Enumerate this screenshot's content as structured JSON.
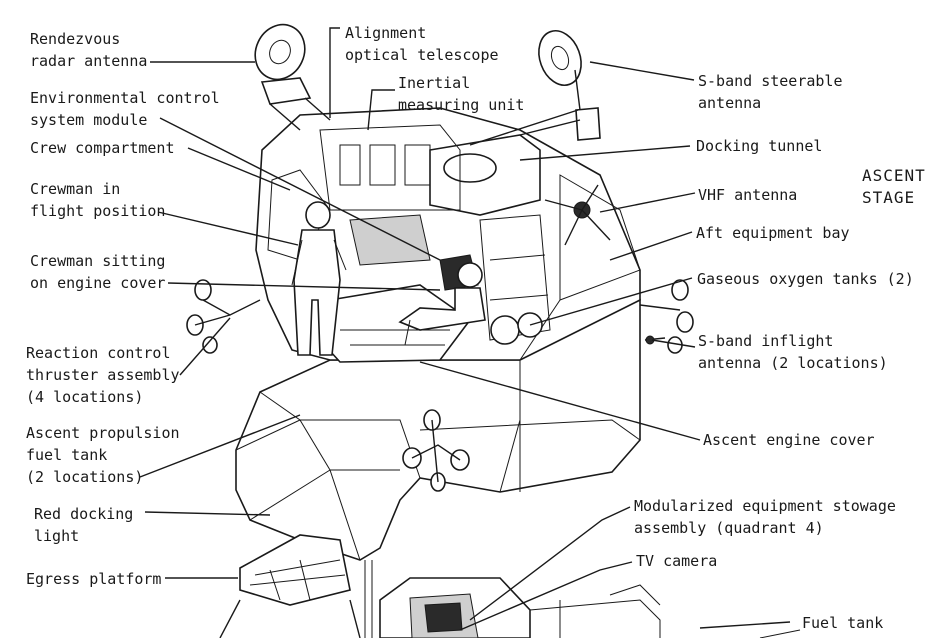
{
  "diagram": {
    "stage_title": [
      "ASCENT",
      "STAGE"
    ],
    "labels": {
      "rendezvous_radar": [
        "Rendezvous",
        "radar antenna"
      ],
      "alignment_telescope": [
        "Alignment",
        "optical telescope"
      ],
      "inertial_unit": [
        "Inertial",
        "measuring unit"
      ],
      "ecs_module": [
        "Environmental control",
        "system module"
      ],
      "crew_compartment": [
        "Crew compartment"
      ],
      "crewman_flight": [
        "Crewman in",
        "flight position"
      ],
      "crewman_sitting": [
        "Crewman sitting",
        "on engine cover"
      ],
      "rcs_thruster": [
        "Reaction control",
        "thruster assembly",
        "(4 locations)"
      ],
      "ascent_fuel_tank": [
        "Ascent propulsion",
        "fuel tank",
        "(2 locations)"
      ],
      "red_docking_light": [
        "Red docking",
        "light"
      ],
      "egress_platform": [
        "Egress platform"
      ],
      "sband_steerable": [
        "S-band steerable",
        "antenna"
      ],
      "docking_tunnel": [
        "Docking tunnel"
      ],
      "vhf_antenna": [
        "VHF antenna"
      ],
      "aft_bay": [
        "Aft equipment bay"
      ],
      "gox_tanks": [
        "Gaseous oxygen tanks (2)"
      ],
      "sband_inflight": [
        "S-band inflight",
        "antenna (2 locations)"
      ],
      "ascent_engine_cover": [
        "Ascent engine cover"
      ],
      "mesa": [
        "Modularized equipment stowage",
        "assembly (quadrant 4)"
      ],
      "tv_camera": [
        "TV camera"
      ],
      "fuel_tank": [
        "Fuel tank"
      ]
    }
  }
}
